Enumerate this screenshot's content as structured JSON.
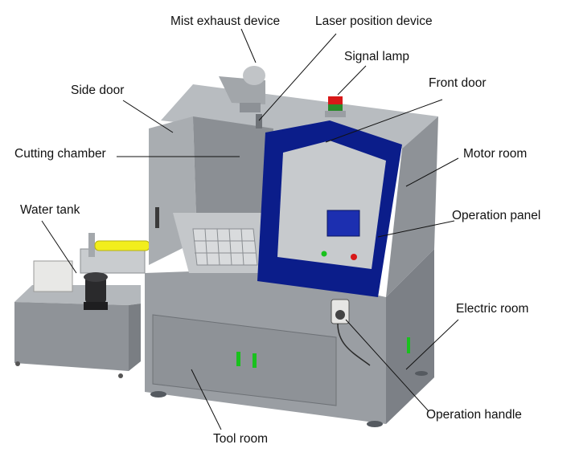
{
  "labels": {
    "mist_exhaust": "Mist exhaust device",
    "laser_position": "Laser position device",
    "signal_lamp": "Signal lamp",
    "side_door": "Side door",
    "front_door": "Front door",
    "cutting_chamber": "Cutting chamber",
    "motor_room": "Motor room",
    "water_tank": "Water tank",
    "operation_panel": "Operation panel",
    "electric_room": "Electric room",
    "operation_handle": "Operation handle",
    "tool_room": "Tool room"
  },
  "colors": {
    "body_gray": "#9a9ea3",
    "dark_gray": "#7c8086",
    "light_gray": "#c6c9cc",
    "door_blue": "#0b1d8a",
    "screen_blue": "#1c2fb0",
    "handle_yellow": "#f2ee1c",
    "indicator_green": "#19c11d",
    "lamp_red": "#d81818",
    "leader_line": "#111111"
  }
}
